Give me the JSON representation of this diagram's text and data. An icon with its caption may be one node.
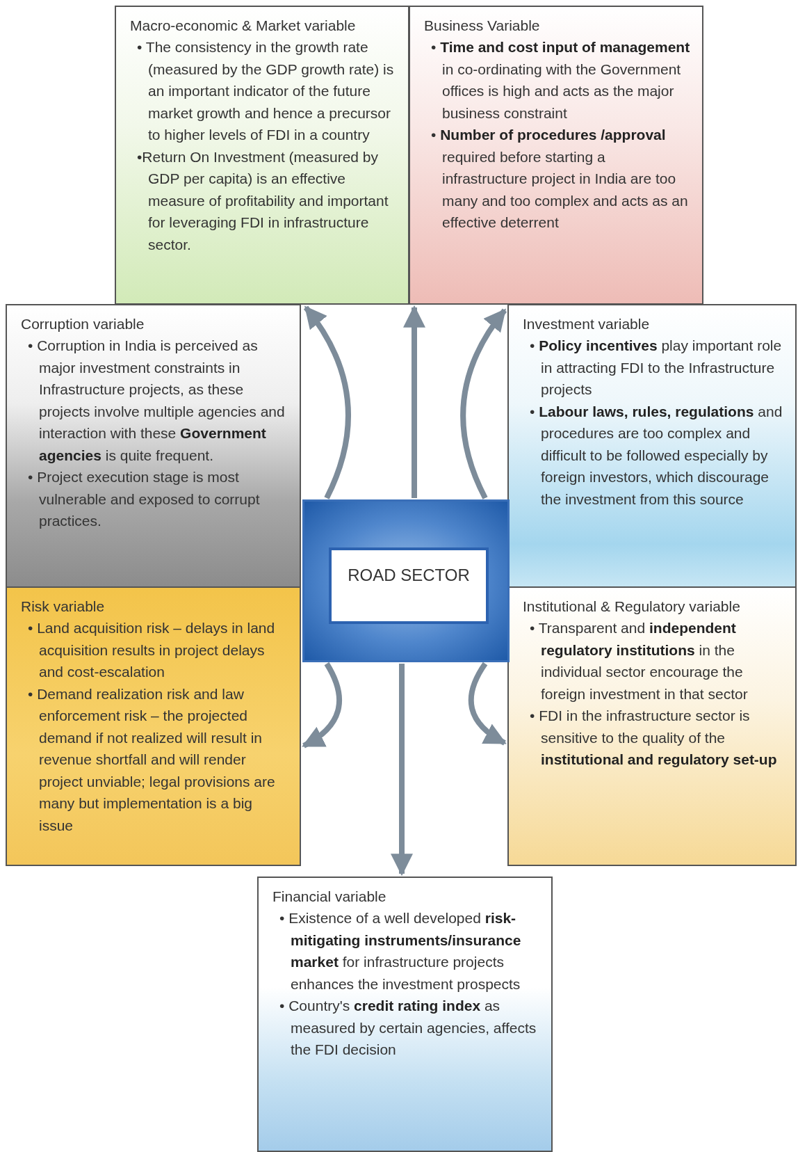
{
  "diagram": {
    "nodes": [
      {
        "text": [
          "Macro-economic & Market variable",
          "• The consistency in the growth rate (measured by the GDP growth rate) is an important indicator of the future market growth and hence a precursor to higher levels of FDI in a country",
          "•Return On Investment (measured by GDP per capita) is an effective measure of profitability and important for leveraging FDI in infrastructure sector."
        ]
      },
      {
        "text": [
          "Business Variable",
          "• **Time and cost input of management** in co-ordinating with the Government offices is high and acts as the major business constraint",
          "• **Number of procedures /approval** required before starting a infrastructure project in India are too many and too complex and acts as an effective deterrent"
        ]
      },
      {
        "text": [
          "Corruption variable",
          "• Corruption in India is perceived as major investment constraints in Infrastructure projects, as these projects involve multiple agencies and interaction with these **Government agencies** is quite frequent.",
          "• Project execution stage is most vulnerable and exposed to corrupt practices."
        ]
      },
      {
        "text": [
          "Investment variable",
          "• **Policy incentives** play important role in attracting FDI to the Infrastructure projects",
          "• **Labour laws, rules, regulations** and procedures are too complex and difficult to be followed especially by foreign investors, which discourage the investment from this source"
        ]
      },
      {
        "text": [
          "ROAD SECTOR"
        ]
      },
      {
        "text": [
          "Risk variable",
          "• Land acquisition risk – delays in land acquisition results in project delays and cost-escalation",
          "• Demand realization risk and law enforcement risk – the projected demand if not realized will result in revenue shortfall and will render project unviable; legal provisions are many but implementation is a big issue"
        ]
      },
      {
        "text": [
          "Institutional & Regulatory variable",
          "• Transparent and **independent regulatory institutions** in the individual sector encourage the foreign investment in that sector",
          "• FDI in the infrastructure sector is sensitive to the quality of the **institutional and regulatory set-up**"
        ]
      },
      {
        "text": [
          "Financial variable",
          "• Existence of a well developed **risk-mitigating instruments/insurance market** for infrastructure projects enhances the investment prospects",
          "• Country's **credit rating index** as measured by certain agencies, affects the FDI decision"
        ]
      }
    ],
    "edges": [
      {
        "from": 4,
        "to": 0,
        "arrow": "to"
      },
      {
        "from": 4,
        "to": 1,
        "arrow": "to"
      },
      {
        "from": 4,
        "to": 3,
        "arrow": "to"
      },
      {
        "from": 4,
        "to": 6,
        "arrow": "to"
      },
      {
        "from": 4,
        "to": 7,
        "arrow": "to"
      },
      {
        "from": 4,
        "to": 5,
        "arrow": "to"
      }
    ]
  }
}
